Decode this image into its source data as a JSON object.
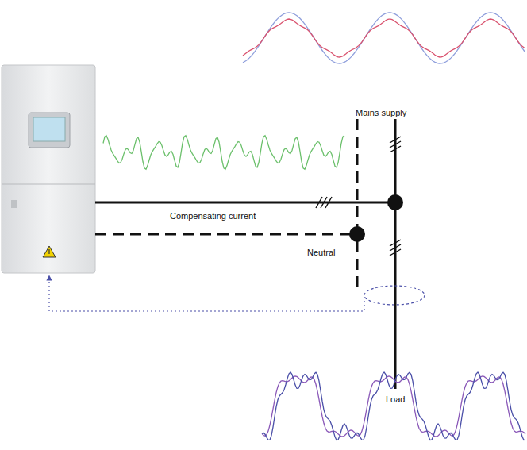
{
  "diagram": {
    "labels": [
      "Mains supply",
      "Compensating current",
      "Neutral",
      "Load"
    ]
  }
}
